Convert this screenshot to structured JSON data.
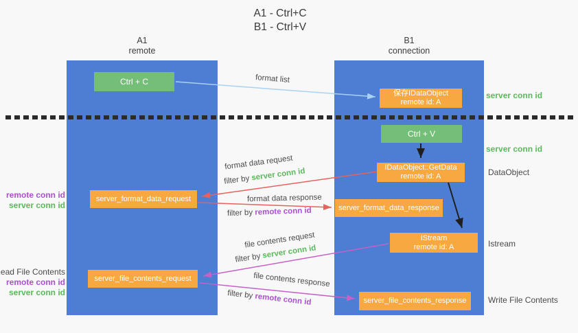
{
  "title": {
    "line1": "A1 - Ctrl+C",
    "line2": "B1 - Ctrl+V"
  },
  "columns": {
    "left": {
      "title": "A1",
      "subtitle": "remote"
    },
    "right": {
      "title": "B1",
      "subtitle": "connection"
    }
  },
  "nodes": {
    "ctrl_c": {
      "label": "Ctrl + C"
    },
    "save_obj": {
      "line1": "保存IDataObject",
      "line2": "remote id: A"
    },
    "ctrl_v": {
      "label": "Ctrl + V"
    },
    "getdata": {
      "line1": "IDataObject::GetData",
      "line2": "remote id: A"
    },
    "istream": {
      "line1": "IStream",
      "line2": "remote id: A"
    },
    "format_req": {
      "label": "server_format_data_request"
    },
    "format_res": {
      "label": "server_format_data_response"
    },
    "file_req": {
      "label": "server_file_contents_request"
    },
    "file_res": {
      "label": "server_file_contents_response"
    }
  },
  "arrow_labels": {
    "format_list": "format list",
    "format_data_request": "format data request",
    "format_data_response": "format data response",
    "file_contents_request": "file contents request",
    "file_contents_response": "file contents response",
    "filter_by": "filter by",
    "server_conn_id": "server conn id",
    "remote_conn_id": "remote conn id"
  },
  "annotations": {
    "right_server_conn_1": "server conn id",
    "right_server_conn_2": "server conn id",
    "dataobject": "DataObject",
    "istream": "Istream",
    "write_file_contents": "Write File Contents",
    "read_file_contents": "Read File Contents",
    "left_remote_conn_1": "remote conn id",
    "left_server_conn_1": "server conn id",
    "left_remote_conn_2": "remote conn id",
    "left_server_conn_2": "server conn id"
  },
  "colors": {
    "column_blue": "#4d7ed3",
    "box_green": "#74bf77",
    "box_orange": "#f7a841",
    "arrow_blue": "#a8d2f2",
    "arrow_red": "#e7625c",
    "arrow_magenta": "#c661c6",
    "text_green": "#5cb85c",
    "text_purple": "#ab4fcf"
  }
}
